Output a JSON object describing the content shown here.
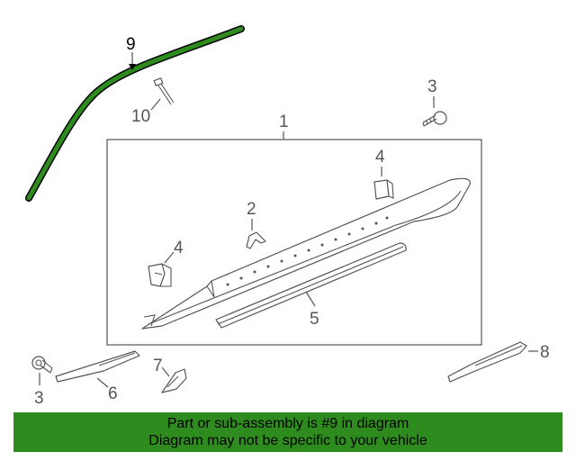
{
  "diagram": {
    "callouts": {
      "c1": "1",
      "c2": "2",
      "c3a": "3",
      "c3b": "3",
      "c4a": "4",
      "c4b": "4",
      "c5": "5",
      "c6": "6",
      "c7": "7",
      "c8": "8",
      "c9": "9",
      "c10": "10"
    },
    "highlight_color": "#2e8b1e",
    "line_color": "#555555"
  },
  "banner": {
    "line1": "Part or sub-assembly is #9 in diagram",
    "line2": "Diagram may not be specific to your vehicle",
    "background": "#2e8b1e"
  }
}
